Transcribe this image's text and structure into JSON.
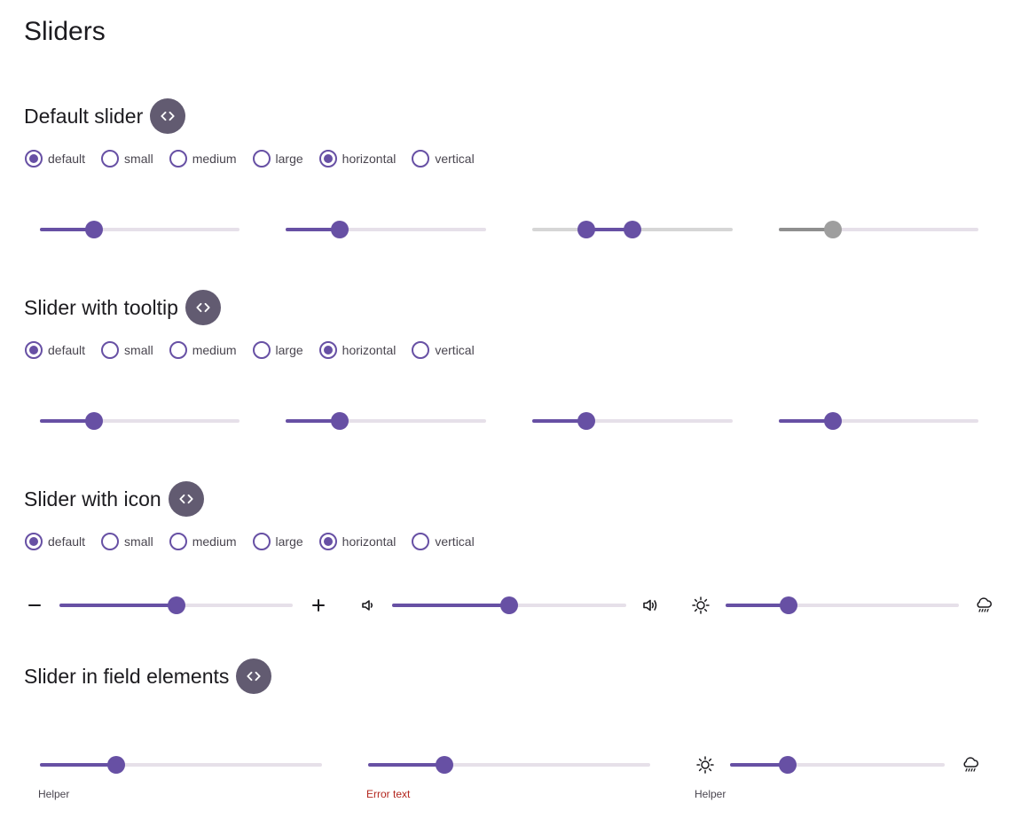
{
  "page_title": "Sliders",
  "radio_options": [
    {
      "label": "default",
      "checked": true
    },
    {
      "label": "small",
      "checked": false
    },
    {
      "label": "medium",
      "checked": false
    },
    {
      "label": "large",
      "checked": false
    },
    {
      "label": "horizontal",
      "checked": true
    },
    {
      "label": "vertical",
      "checked": false
    }
  ],
  "sections": {
    "default": {
      "title": "Default slider"
    },
    "tooltip": {
      "title": "Slider with tooltip"
    },
    "icon": {
      "title": "Slider with icon"
    },
    "field": {
      "title": "Slider in field elements"
    }
  },
  "field": {
    "helper_1": "Helper",
    "error_text": "Error text",
    "helper_3": "Helper"
  },
  "slider_values": {
    "default_1": 0.27,
    "default_2": 0.27,
    "default_range": [
      0.27,
      0.5
    ],
    "default_disabled": 0.27,
    "tooltip_1": 0.27,
    "tooltip_2": 0.27,
    "tooltip_3": 0.27,
    "tooltip_4": 0.27,
    "icon_1": 0.5,
    "icon_2": 0.5,
    "icon_3": 0.27,
    "field_1": 0.27,
    "field_2": 0.27,
    "field_3": 0.27
  },
  "icons": {
    "code": "code-icon",
    "minus": "minus-icon",
    "plus": "plus-icon",
    "volume_low": "volume-low-icon",
    "volume_high": "volume-high-icon",
    "sun": "sun-icon",
    "rain": "rain-icon"
  },
  "colors": {
    "primary": "#6750a4",
    "track": "#e6e0e9",
    "code_button": "#625b71",
    "error": "#b3261e"
  }
}
